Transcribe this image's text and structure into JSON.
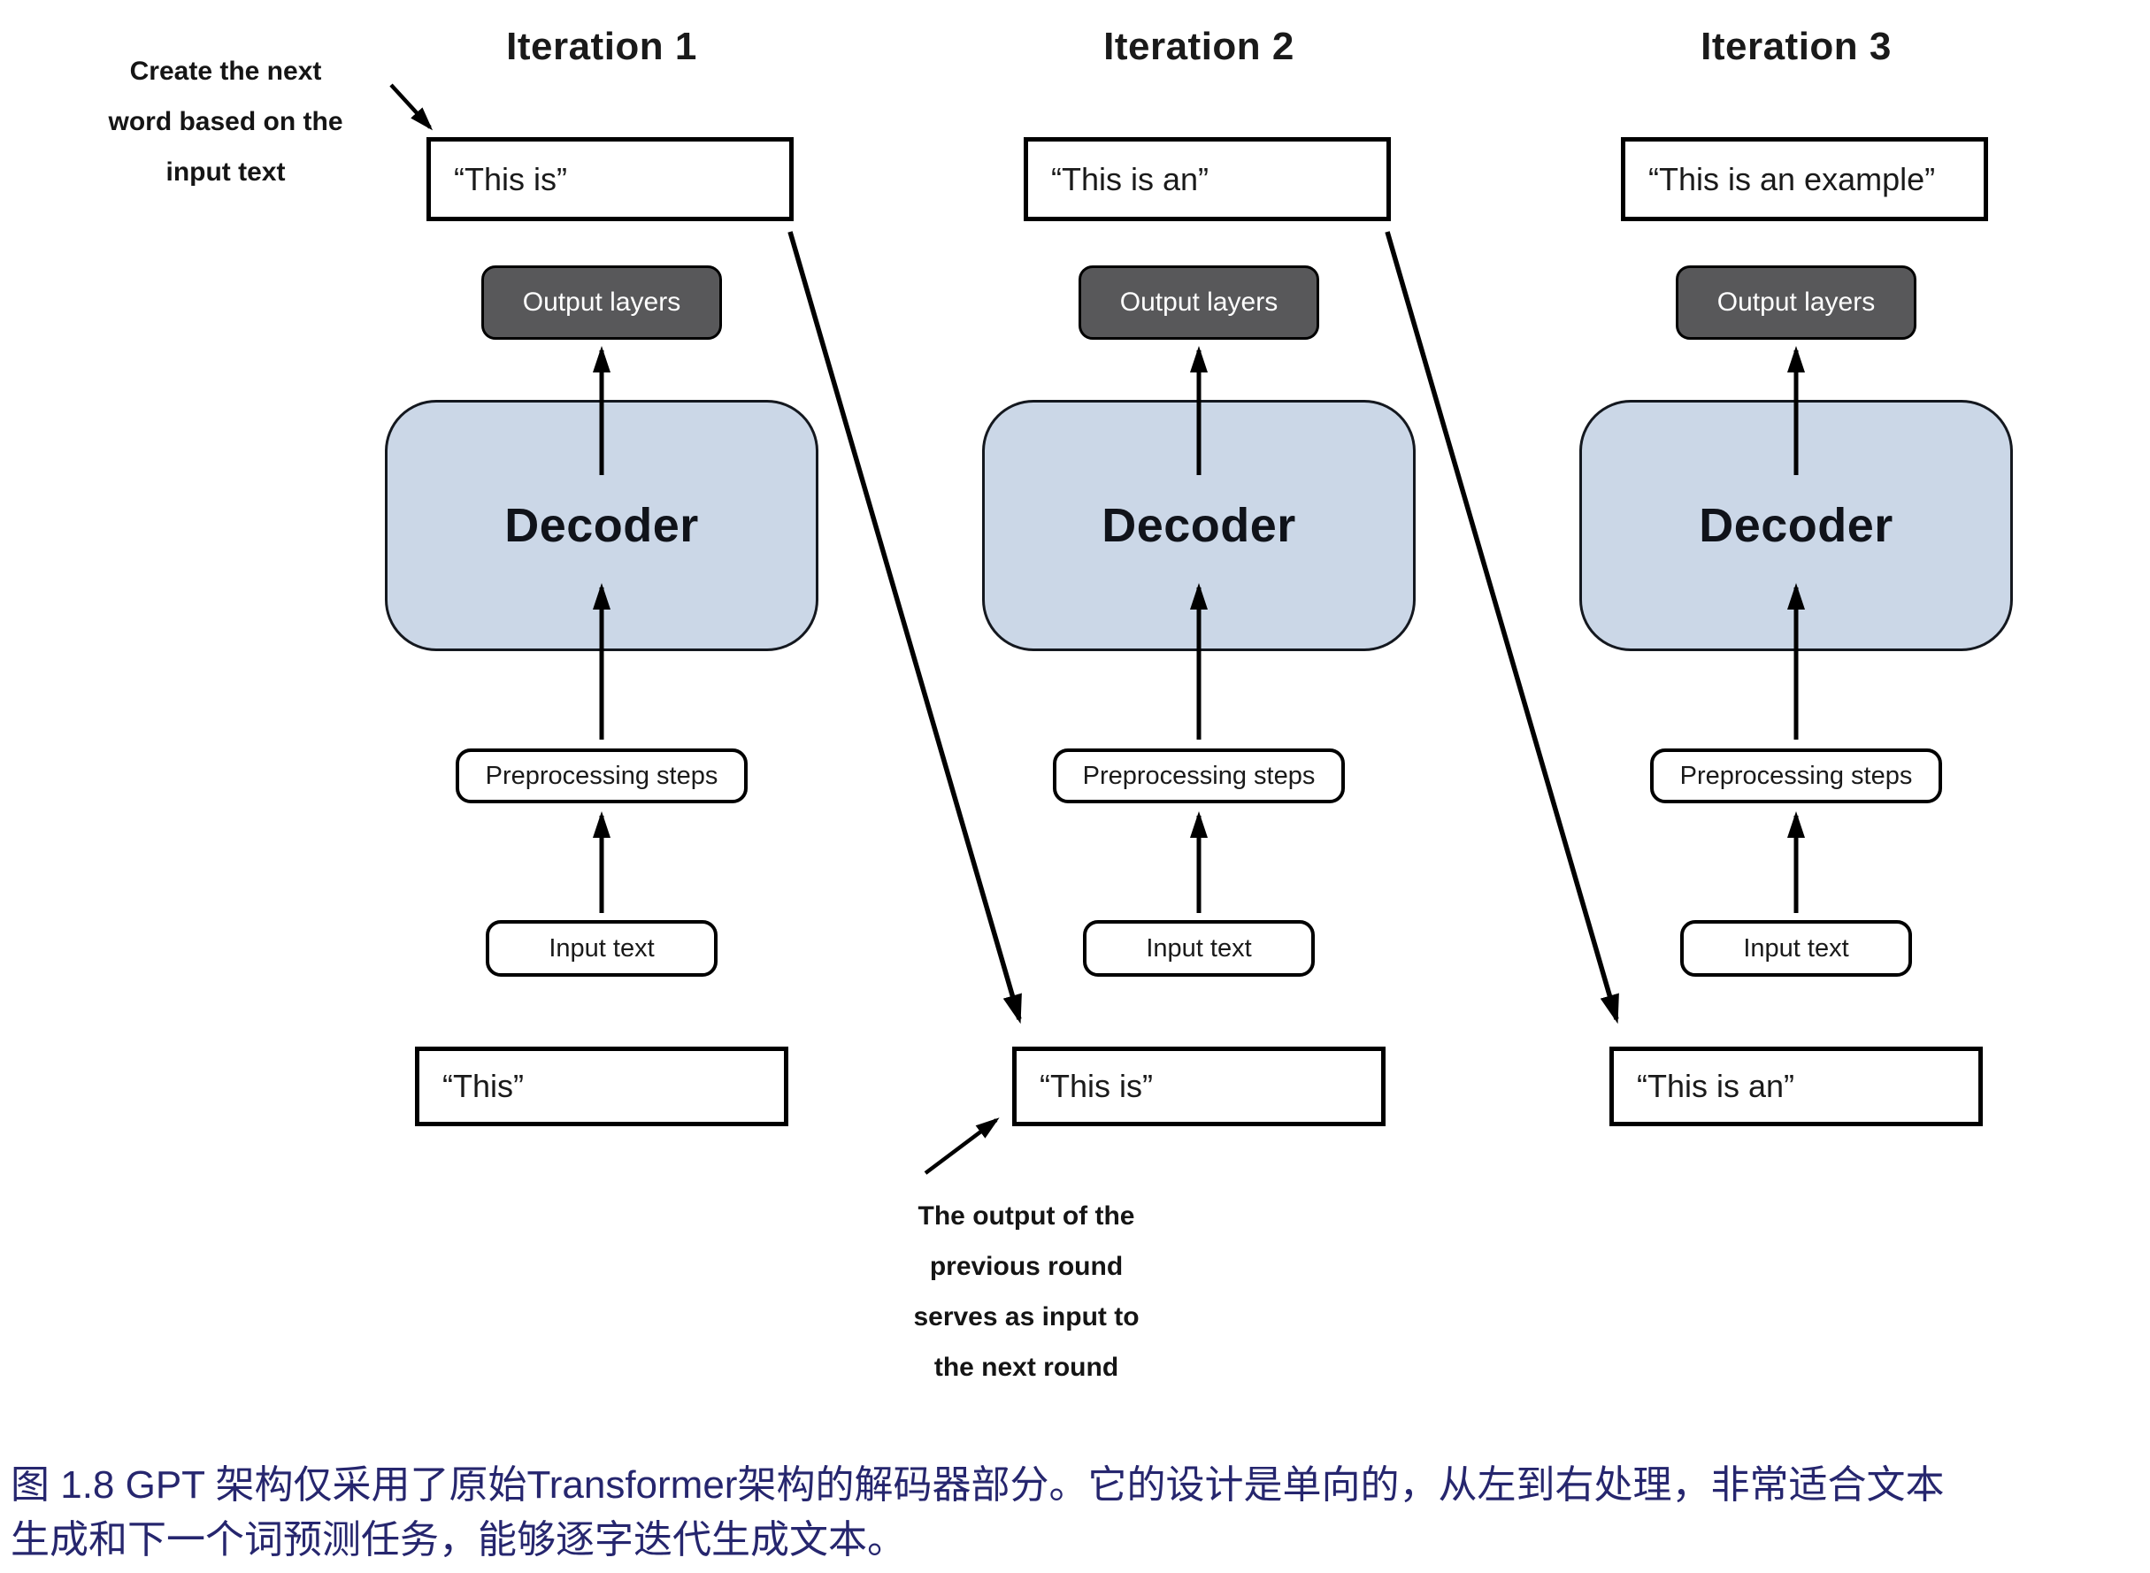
{
  "figure": {
    "columns": [
      {
        "title": "Iteration 1",
        "output_box": "“This is”",
        "output_layers_label": "Output layers",
        "decoder_label": "Decoder",
        "preprocessing_label": "Preprocessing steps",
        "input_label": "Input text",
        "input_box": "“This”"
      },
      {
        "title": "Iteration 2",
        "output_box": "“This is an”",
        "output_layers_label": "Output layers",
        "decoder_label": "Decoder",
        "preprocessing_label": "Preprocessing steps",
        "input_label": "Input text",
        "input_box": "“This is”"
      },
      {
        "title": "Iteration 3",
        "output_box": "“This is an example”",
        "output_layers_label": "Output layers",
        "decoder_label": "Decoder",
        "preprocessing_label": "Preprocessing steps",
        "input_label": "Input text",
        "input_box": "“This is an”"
      }
    ],
    "annotation_top_left": {
      "line1": "Create the next",
      "line2": "word based on the",
      "line3": "input text"
    },
    "annotation_bottom": {
      "line1": "The output of the",
      "line2": "previous round",
      "line3": "serves as input to",
      "line4": "the next round"
    }
  },
  "caption": {
    "line1": "图 1.8  GPT 架构仅采用了原始Transformer架构的解码器部分。它的设计是单向的，从左到右处理，非常适合文本",
    "line2": "生成和下一个词预测任务，能够逐字迭代生成文本。"
  },
  "colors": {
    "decoder_fill": "#cbd7e7",
    "output_layers_fill": "#58585a",
    "output_layers_text": "#ffffff",
    "caption_text": "#26266e",
    "stroke": "#000000"
  }
}
